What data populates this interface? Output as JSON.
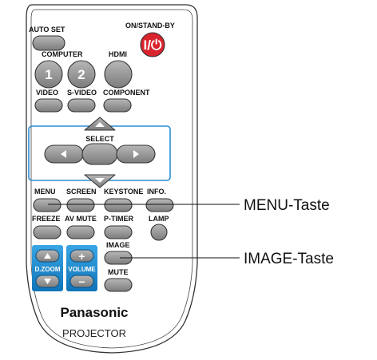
{
  "remote": {
    "labels": {
      "auto_set": "AUTO SET",
      "on_standby": "ON/STAND-BY",
      "power_symbol": "I/⏻",
      "computer": "COMPUTER",
      "hdmi": "HDMI",
      "computer_1": "1",
      "computer_2": "2",
      "video": "VIDEO",
      "s_video": "S-VIDEO",
      "component": "COMPONENT",
      "select": "SELECT",
      "menu": "MENU",
      "screen": "SCREEN",
      "keystone": "KEYSTONE",
      "info": "INFO.",
      "freeze": "FREEZE",
      "av_mute": "AV MUTE",
      "p_timer": "P-TIMER",
      "lamp": "LAMP",
      "image": "IMAGE",
      "d_zoom": "D.ZOOM",
      "volume": "VOLUME",
      "mute": "MUTE",
      "plus": "+",
      "minus": "−"
    },
    "brand": "Panasonic",
    "model": "PROJECTOR"
  },
  "callouts": {
    "menu": "MENU-Taste",
    "image": "IMAGE-Taste"
  },
  "colors": {
    "button_gray": "#8e8e8e",
    "power_red": "#d9232d",
    "blue_panel": "#1a8bd0",
    "select_frame": "#2a8fd3",
    "body_stroke": "#333333"
  }
}
